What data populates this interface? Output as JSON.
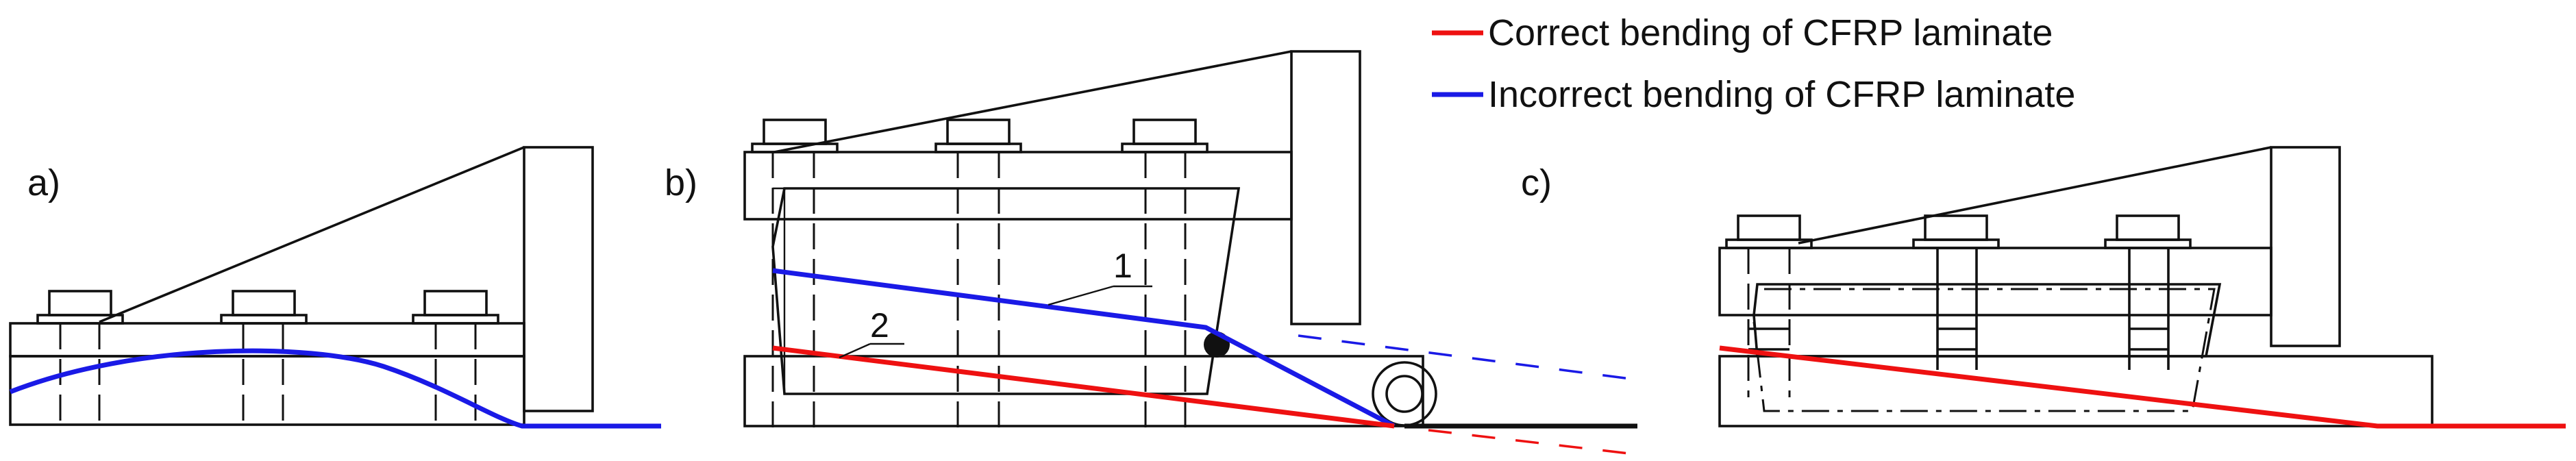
{
  "legend": {
    "correct": "Correct bending of CFRP laminate",
    "incorrect": "Incorrect bending of CFRP laminate"
  },
  "panels": {
    "a": "a)",
    "b": "b)",
    "c": "c)"
  },
  "callouts": {
    "one": "1",
    "two": "2"
  },
  "colors": {
    "correct": "#ee1111",
    "incorrect": "#1a1ae6",
    "outline": "#111111"
  }
}
